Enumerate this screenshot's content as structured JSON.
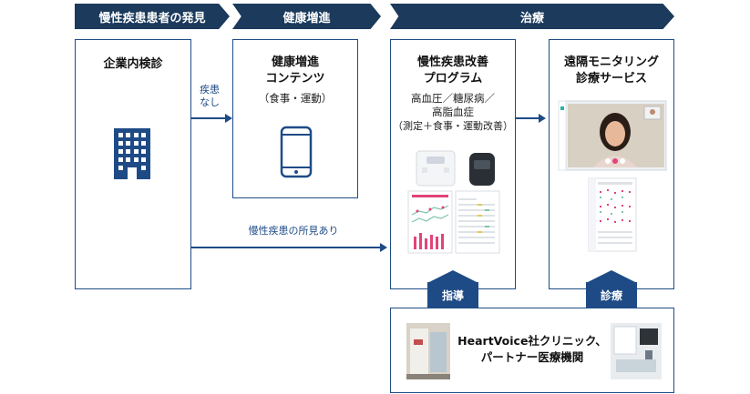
{
  "phases": {
    "discovery": "慢性疾患患者の発見",
    "health": "健康増進",
    "treatment": "治療"
  },
  "boxes": {
    "corporate_checkup": {
      "title": "企業内検診"
    },
    "health_content": {
      "title_line1": "健康増進",
      "title_line2": "コンテンツ",
      "sub": "（食事・運動）"
    },
    "program": {
      "title_line1": "慢性疾患改善",
      "title_line2": "プログラム",
      "sub_line1": "高血圧／糖尿病／",
      "sub_line2": "高脂血症",
      "sub_line3": "（測定＋食事・運動改善）"
    },
    "remote": {
      "title_line1": "遠隔モニタリング",
      "title_line2": "診療サービス"
    },
    "clinic": {
      "line1": "HeartVoice社クリニック、",
      "line2": "パートナー医療機関"
    }
  },
  "arrows": {
    "no_disease_line1": "疾患",
    "no_disease_line2": "なし",
    "finding": "慢性疾患の所見あり"
  },
  "tags": {
    "guidance": "指導",
    "treatment": "診療"
  },
  "colors": {
    "navy": "#1b3a5c",
    "blue": "#1e4b86",
    "pink": "#e2437a"
  }
}
